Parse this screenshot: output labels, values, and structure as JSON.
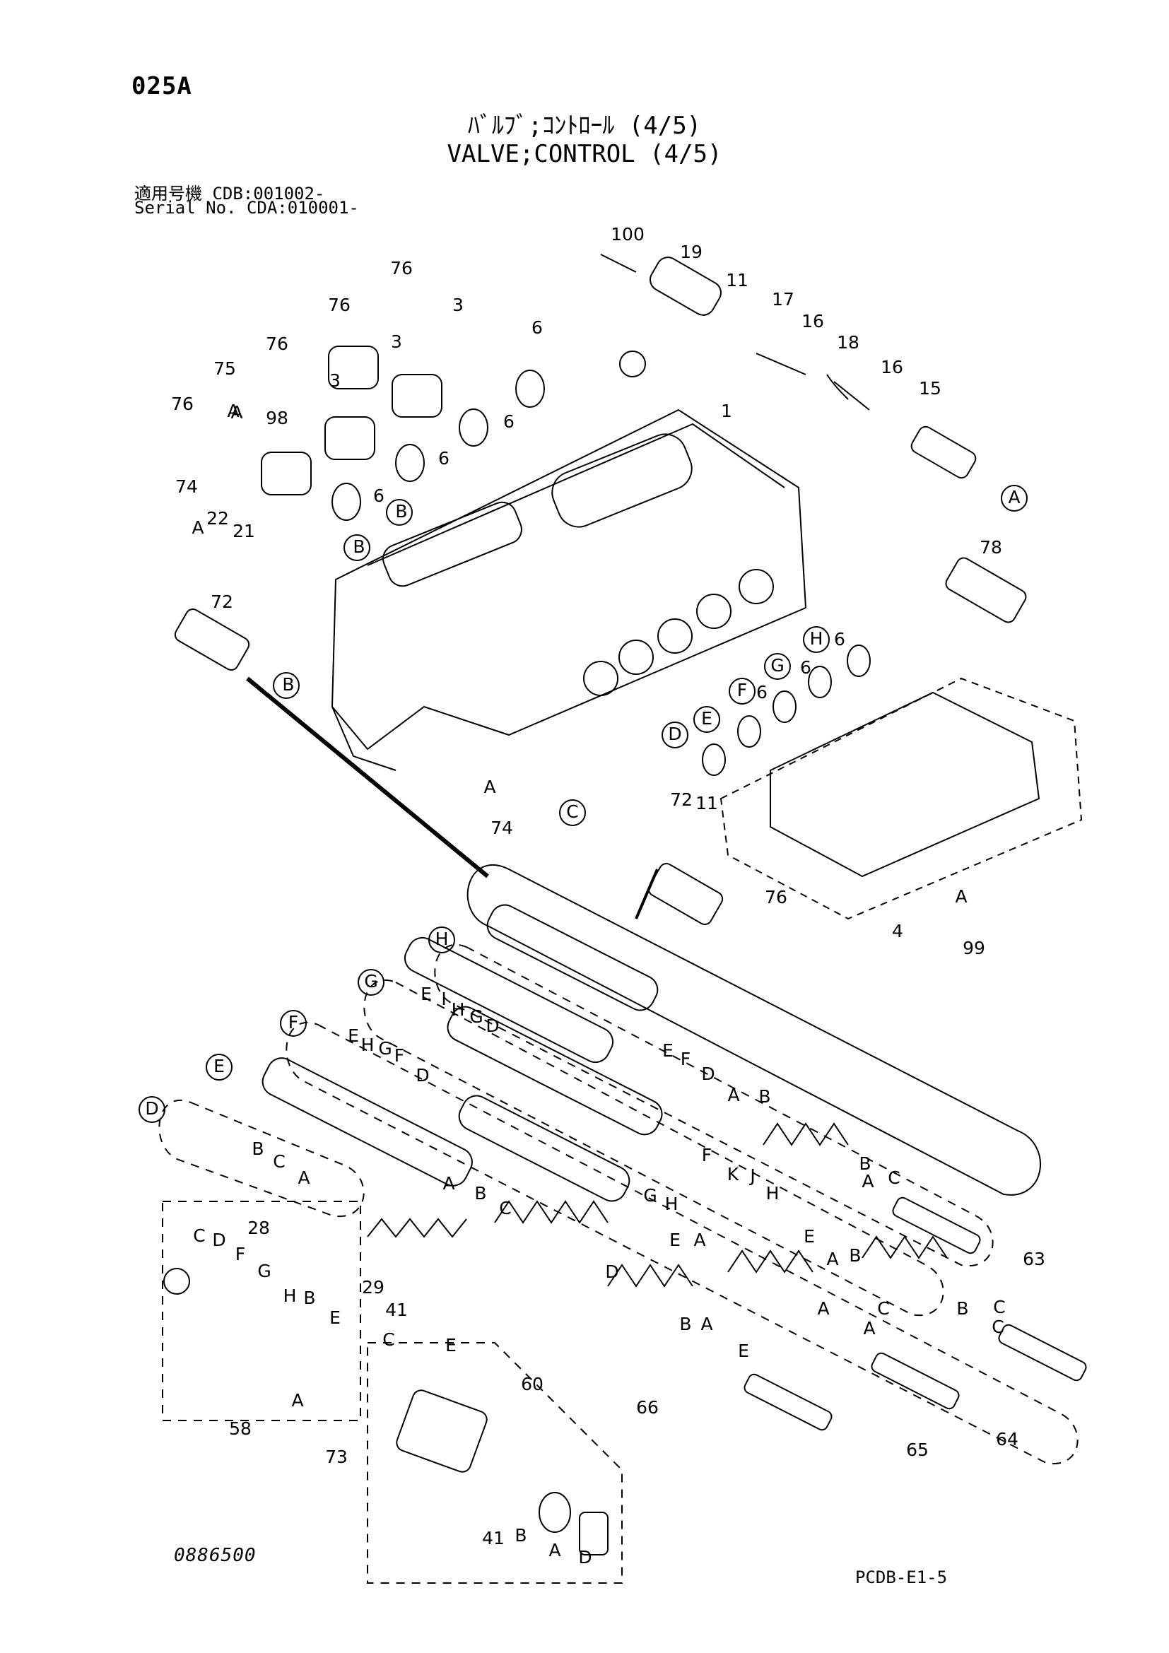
{
  "header": {
    "page_code": "025A",
    "title_jp": "ﾊﾞﾙﾌﾞ;ｺﾝﾄﾛｰﾙ (4/5)",
    "title_en": "VALVE;CONTROL (4/5)",
    "serial_line_1": "適用号機  CDB:001002-",
    "serial_line_2": "Serial No. CDA:010001-"
  },
  "footer": {
    "left_code": "0886500",
    "right_code": "PCDB-E1-5"
  },
  "callouts": [
    "100",
    "19",
    "11",
    "17",
    "16",
    "18",
    "16",
    "15",
    "A",
    "76",
    "76",
    "76",
    "76",
    "3",
    "3",
    "3",
    "6",
    "6",
    "6",
    "6",
    "A",
    "1",
    "75",
    "A",
    "98",
    "B",
    "74",
    "A",
    "22",
    "21",
    "B",
    "78",
    "72",
    "B",
    "H",
    "6",
    "G",
    "6",
    "F",
    "6",
    "E",
    "D",
    "C",
    "11",
    "A",
    "74",
    "72",
    "76",
    "4",
    "A",
    "99",
    "H",
    "G",
    "F",
    "E",
    "D",
    "E",
    "I",
    "H",
    "G",
    "D",
    "E",
    "H",
    "G",
    "F",
    "D",
    "E",
    "F",
    "D",
    "A",
    "B",
    "B",
    "C",
    "A",
    "A",
    "B",
    "C",
    "F",
    "K",
    "J",
    "H",
    "G",
    "H",
    "E",
    "A",
    "E",
    "A",
    "B",
    "B",
    "A",
    "C",
    "C",
    "28",
    "29",
    "63",
    "D",
    "66",
    "B",
    "A",
    "E",
    "A",
    "C",
    "B",
    "A",
    "C",
    "65",
    "64",
    "C",
    "D",
    "F",
    "G",
    "H",
    "B",
    "E",
    "C",
    "A",
    "58",
    "41",
    "E",
    "60",
    "73",
    "41",
    "B",
    "A",
    "D",
    "C"
  ]
}
